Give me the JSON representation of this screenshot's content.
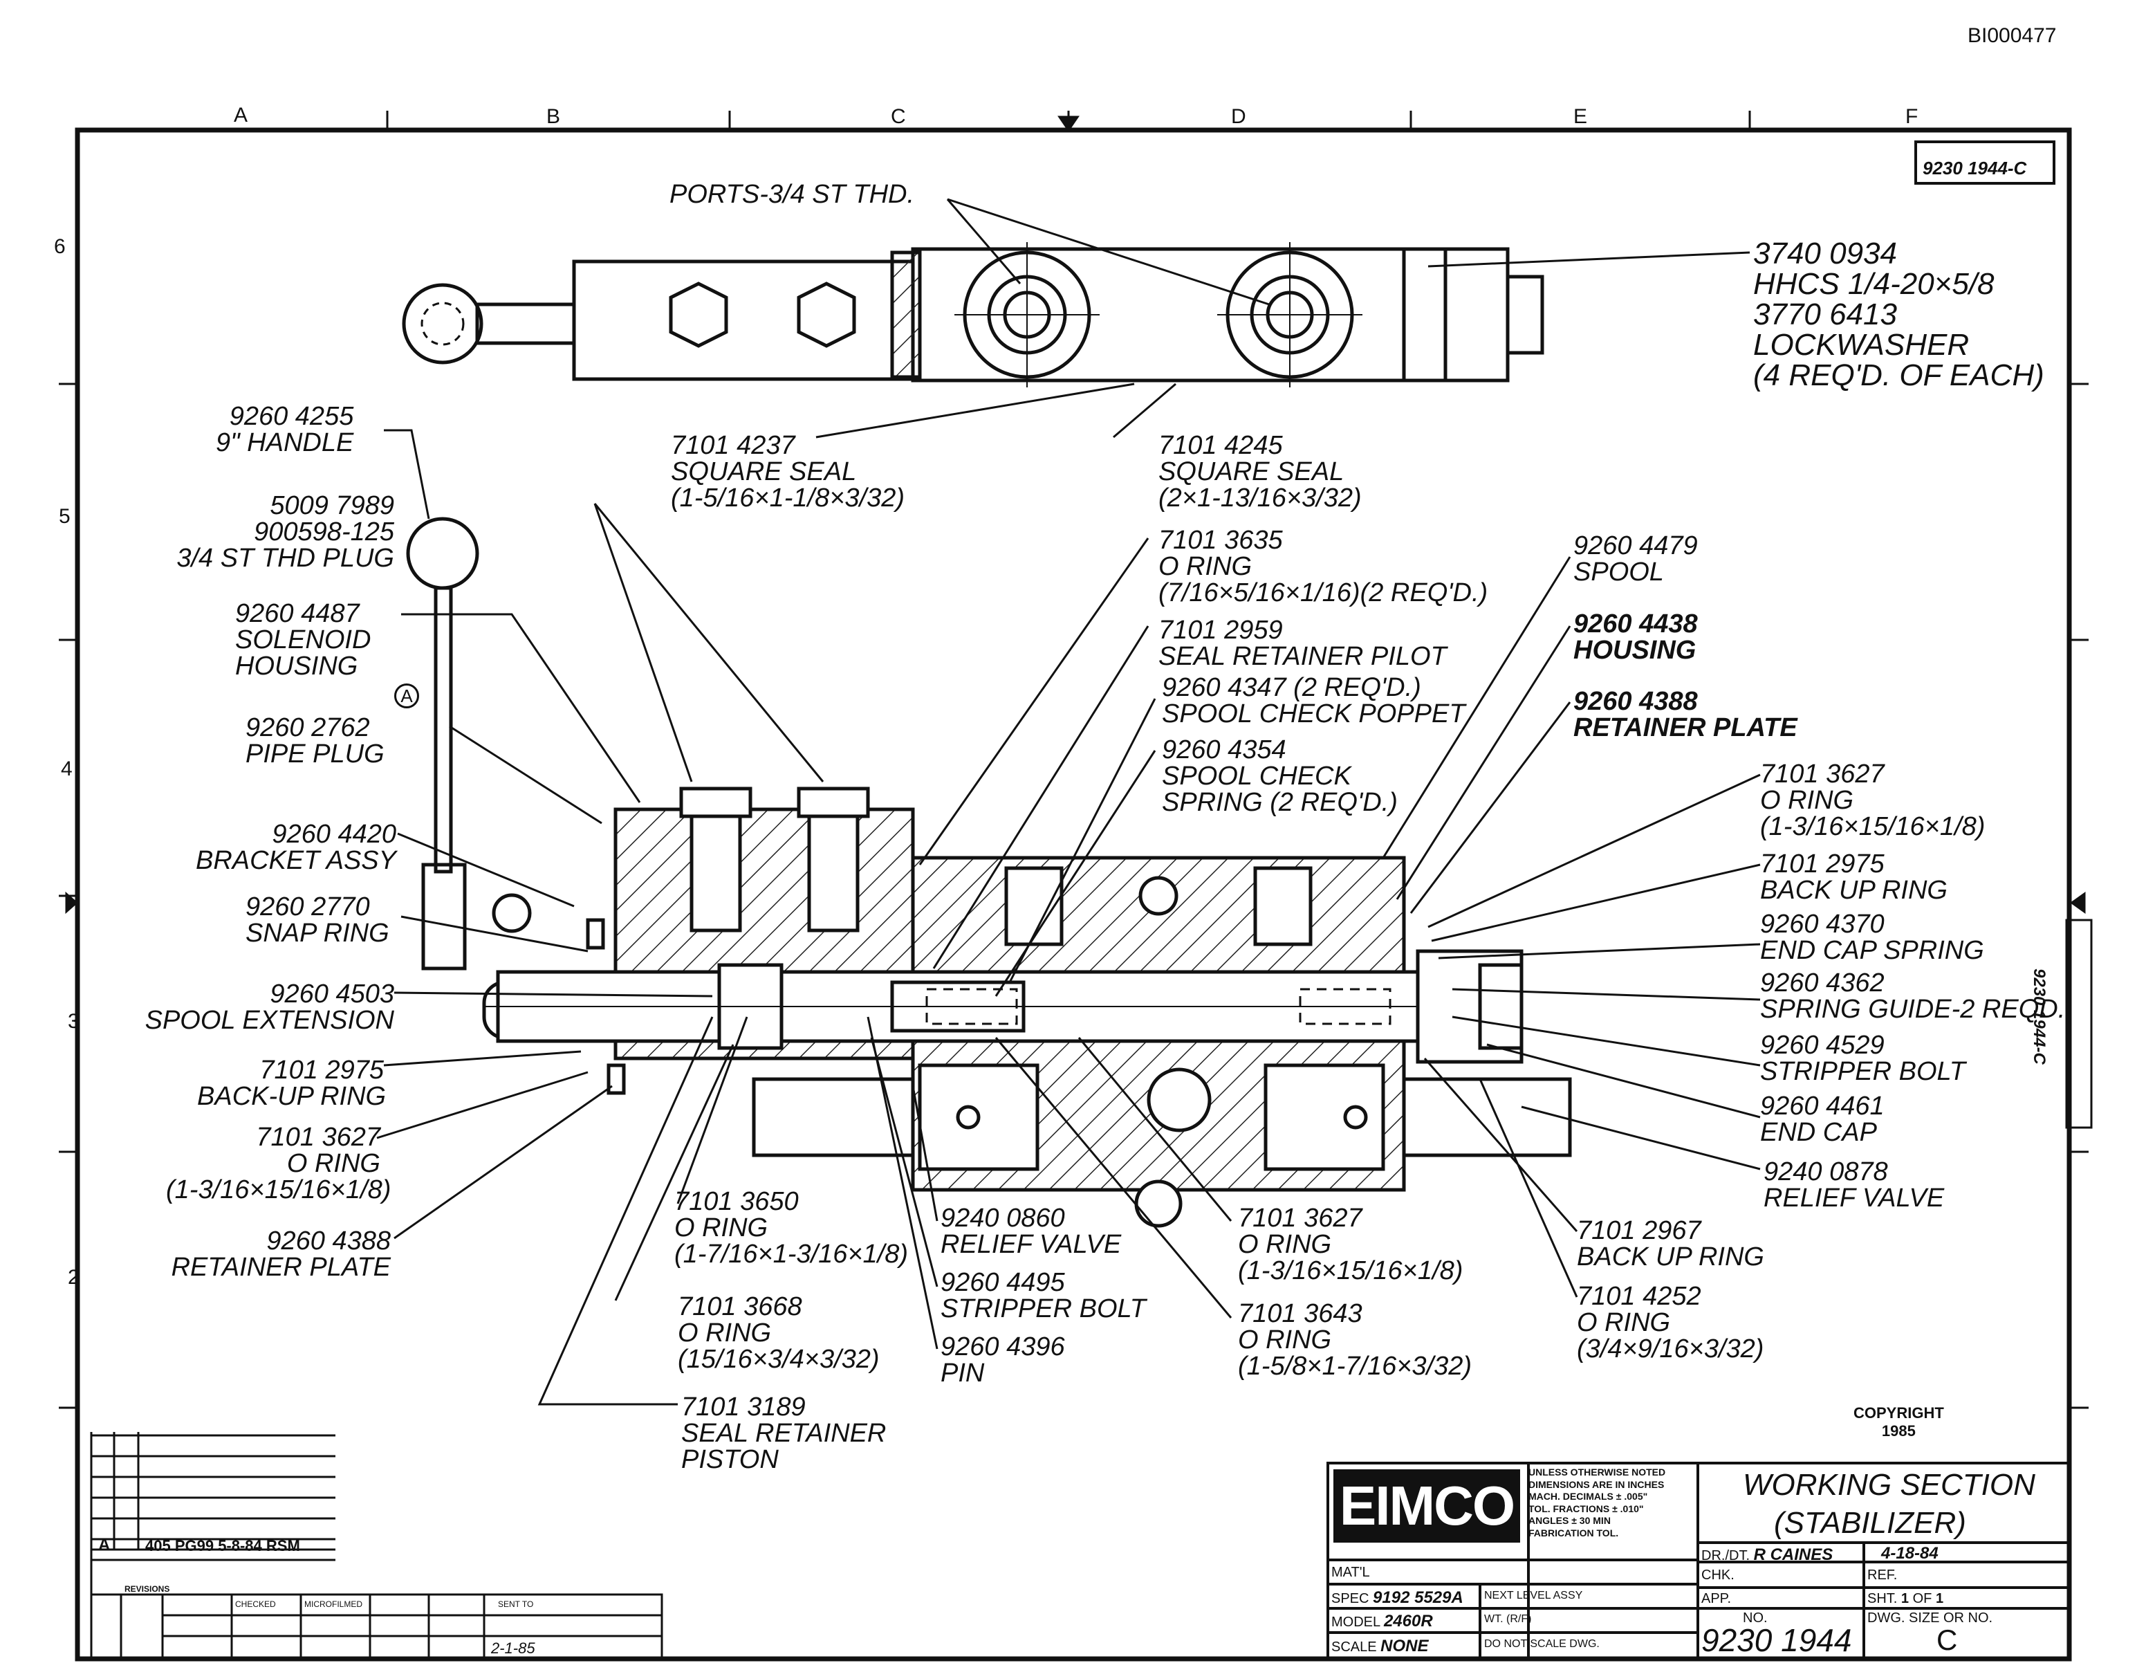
{
  "doc_id": "BI000477",
  "corner_ref": "9230 1944-C",
  "side_ref": "9230 1944-C",
  "circle_a": "A",
  "zone_cols": [
    "A",
    "B",
    "C",
    "D",
    "E",
    "F"
  ],
  "zone_rows": [
    "6",
    "5",
    "4",
    "3",
    "2"
  ],
  "top_labels": {
    "ports": "PORTS-3/4 ST THD.",
    "hhcs": [
      "3740 0934",
      "HHCS 1/4-20×5/8",
      "3770 6413",
      "LOCKWASHER",
      "(4 REQ'D. OF EACH)"
    ],
    "sq_seal_1": [
      "7101 4237",
      "SQUARE SEAL",
      "(1-5/16×1-1/8×3/32)"
    ],
    "sq_seal_2": [
      "7101 4245",
      "SQUARE SEAL",
      "(2×1-13/16×3/32)"
    ]
  },
  "left_labels": {
    "handle": [
      "9260 4255",
      "9\" HANDLE"
    ],
    "plug": [
      "5009 7989",
      "900598-125",
      "3/4 ST THD PLUG"
    ],
    "solenoid": [
      "9260 4487",
      "SOLENOID",
      "HOUSING"
    ],
    "pipe_plug": [
      "9260 2762",
      "PIPE PLUG"
    ],
    "bracket": [
      "9260 4420",
      "BRACKET ASSY"
    ],
    "snap_ring": [
      "9260 2770",
      "SNAP RING"
    ],
    "spool_ext": [
      "9260 4503",
      "SPOOL EXTENSION"
    ],
    "backup": [
      "7101 2975",
      "BACK-UP RING"
    ],
    "oring": [
      "7101 3627",
      "O RING",
      "(1-3/16×15/16×1/8)"
    ],
    "retainer": [
      "9260 4388",
      "RETAINER PLATE"
    ]
  },
  "center_labels": {
    "oring_3635": [
      "7101 3635",
      "O RING",
      "(7/16×5/16×1/16)(2 REQ'D.)"
    ],
    "seal_pilot": [
      "7101 2959",
      "SEAL RETAINER PILOT"
    ],
    "poppet": [
      "9260 4347 (2 REQ'D.)",
      "SPOOL CHECK POPPET"
    ],
    "check_spring": [
      "9260 4354",
      "SPOOL CHECK",
      "SPRING (2 REQ'D.)"
    ]
  },
  "right_labels": {
    "spool": [
      "9260 4479",
      "SPOOL"
    ],
    "housing": [
      "9260 4438",
      "HOUSING"
    ],
    "retainer": [
      "9260 4388",
      "RETAINER PLATE"
    ],
    "oring": [
      "7101 3627",
      "O RING",
      "(1-3/16×15/16×1/8)"
    ],
    "backup": [
      "7101 2975",
      "BACK UP RING"
    ],
    "end_spring": [
      "9260 4370",
      "END CAP SPRING"
    ],
    "spring_guide": [
      "9260 4362",
      "SPRING GUIDE-2 REQD."
    ],
    "stripper": [
      "9260 4529",
      "STRIPPER BOLT"
    ],
    "end_cap": [
      "9260 4461",
      "END CAP"
    ],
    "relief": [
      "9240 0878",
      "RELIEF VALVE"
    ]
  },
  "bottom_labels": {
    "oring_3650": [
      "7101 3650",
      "O RING",
      "(1-7/16×1-3/16×1/8)"
    ],
    "oring_3668": [
      "7101 3668",
      "O RING",
      "(15/16×3/4×3/32)"
    ],
    "seal_piston": [
      "7101 3189",
      "SEAL RETAINER",
      "PISTON"
    ],
    "relief": [
      "9240 0860",
      "RELIEF VALVE"
    ],
    "stripper": [
      "9260 4495",
      "STRIPPER BOLT"
    ],
    "pin": [
      "9260 4396",
      "PIN"
    ],
    "oring_3627": [
      "7101 3627",
      "O RING",
      "(1-3/16×15/16×1/8)"
    ],
    "oring_3643": [
      "7101 3643",
      "O RING",
      "(1-5/8×1-7/16×3/32)"
    ],
    "backup_2967": [
      "7101 2967",
      "BACK UP RING"
    ],
    "oring_4252": [
      "7101 4252",
      "O RING",
      "(3/4×9/16×3/32)"
    ]
  },
  "copyright": [
    "COPYRIGHT",
    "1985"
  ],
  "title_block": {
    "logo": "EIMCO",
    "title_1": "WORKING SECTION",
    "title_2": "(STABILIZER)",
    "notes": [
      "UNLESS OTHERWISE NOTED",
      "DIMENSIONS ARE IN INCHES",
      "MACH.",
      "TOL.",
      "DECIMALS ± .005\"",
      "FRACTIONS ± .010\"",
      "ANGLES ± 30 MIN",
      "FABRICATION TOL."
    ],
    "drawn_by_label": "DR./DT.",
    "drawn_by": "R CAINES",
    "date": "4-18-84",
    "chk_label": "CHK.",
    "ref_label": "REF.",
    "app_label": "APP.",
    "matl_label": "MAT'L",
    "spec_label": "SPEC",
    "spec": "9192 5529A",
    "next_assy_label": "NEXT LEVEL ASSY",
    "model_label": "MODEL",
    "model": "2460R",
    "wt_label": "WT. (R/F)",
    "scale_label": "SCALE",
    "scale": "NONE",
    "do_not_scale": "DO NOT SCALE DWG.",
    "sht_label": "SHT.",
    "sht": "1",
    "of_label": "OF",
    "of": "1",
    "no_label": "NO.",
    "dwg_no": "9230 1944",
    "size_label": "DWG. SIZE OR NO.",
    "size": "C"
  },
  "revision_block": {
    "rev_letter": "A",
    "rev_text": "405 PG99 5-8-84 RSM",
    "header": "REVISIONS",
    "mini_labels": [
      "CHECKED",
      "MICROFILMED",
      "SENT TO"
    ],
    "date_val": "2-1-85"
  }
}
